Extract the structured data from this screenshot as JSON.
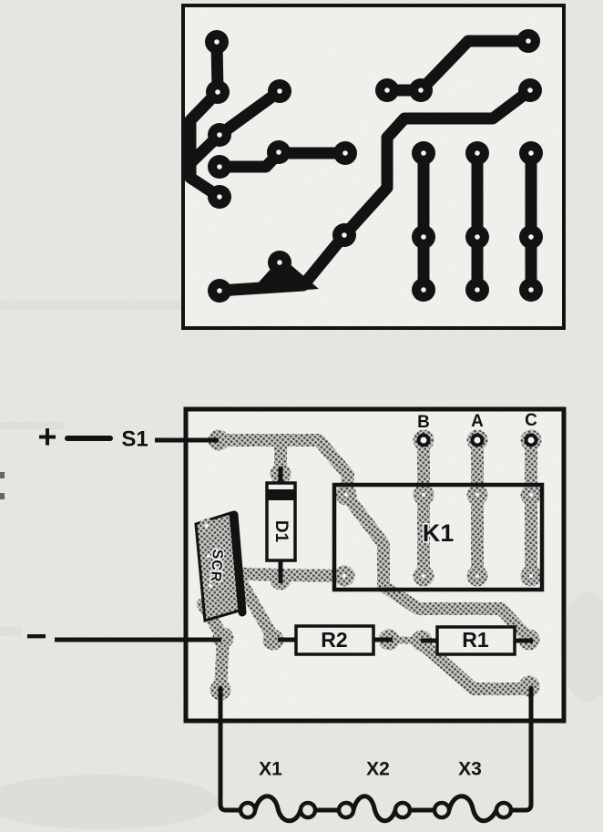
{
  "labels": {
    "plus": "+",
    "minus": "−",
    "s1": "S1",
    "terminal_b": "B",
    "terminal_a": "A",
    "terminal_c": "C",
    "k1": "K1",
    "d1": "D1",
    "scr": "SCR",
    "r2": "R2",
    "r1": "R1",
    "x1": "X1",
    "x2": "X2",
    "x3": "X3"
  },
  "colors": {
    "paper": "#f3f1ec",
    "board": "#fcfbf8",
    "ink": "#141414",
    "halftone_dot": "#4c4c4c",
    "halftone_bg": "#d7d4cf"
  }
}
